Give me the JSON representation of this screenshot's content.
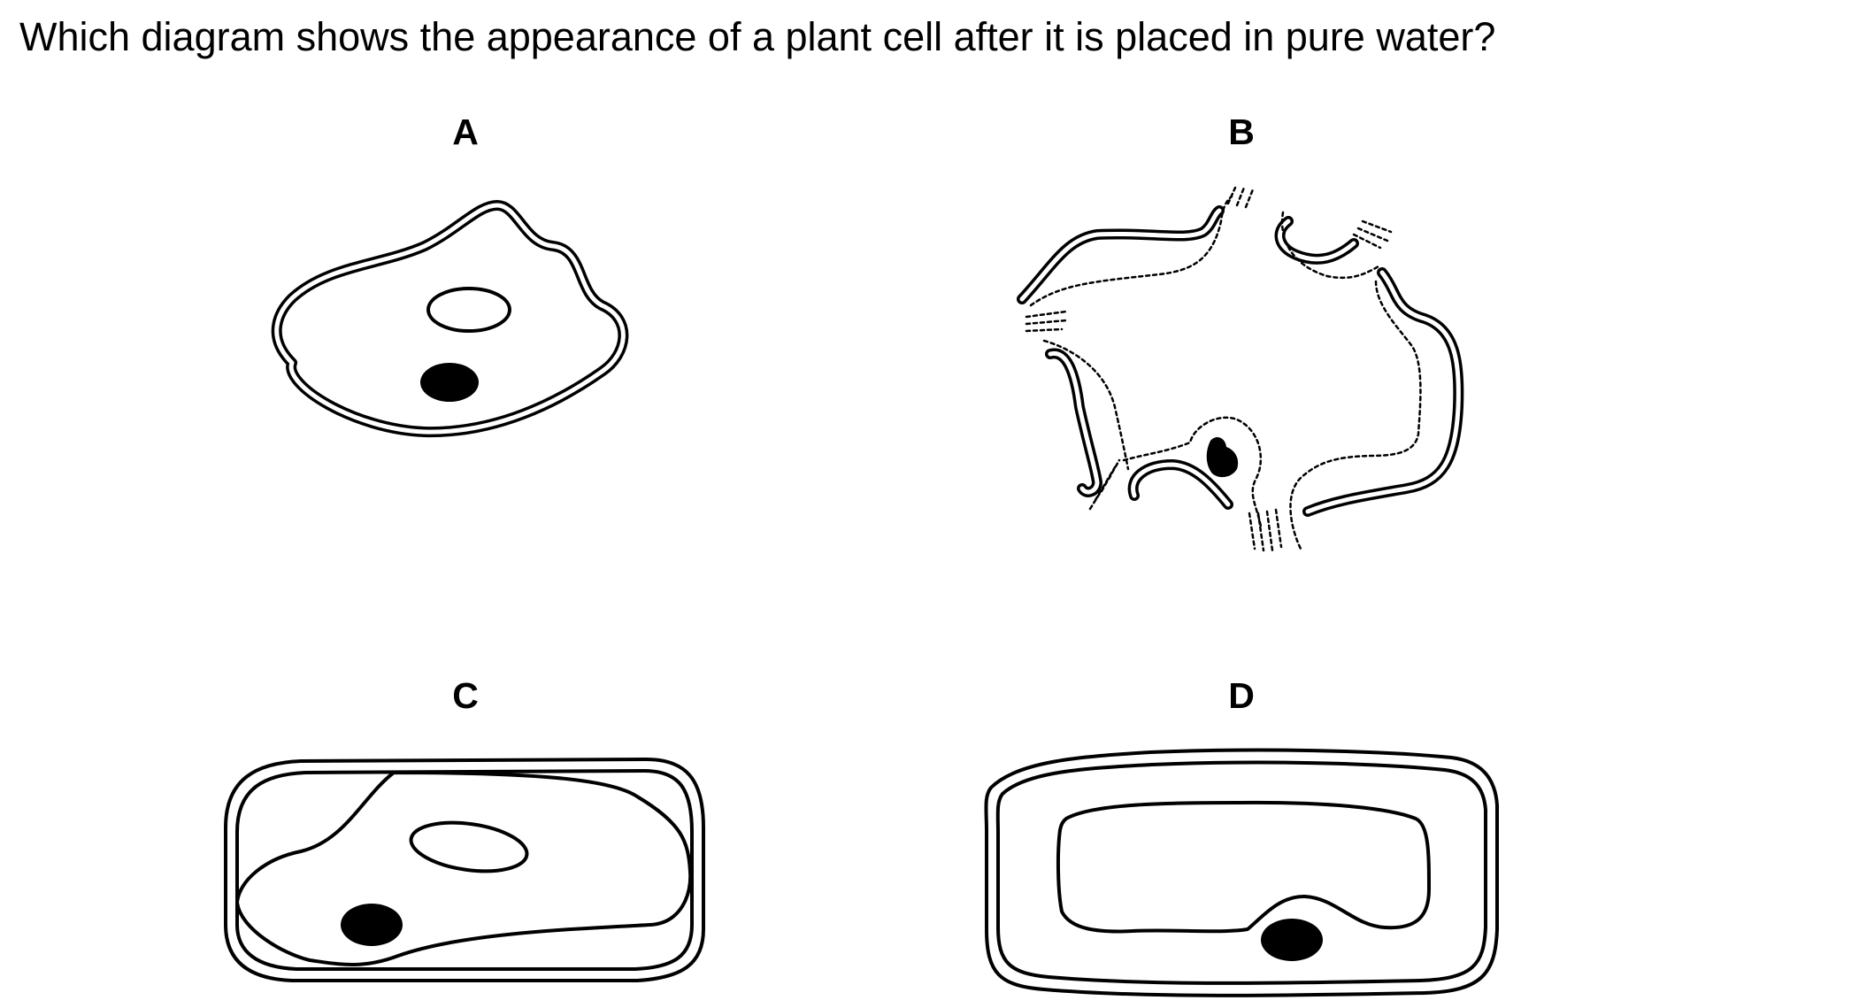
{
  "question": {
    "text": "Which diagram shows the appearance of a plant cell after it is placed in pure water?"
  },
  "options": [
    {
      "label": "A"
    },
    {
      "label": "B"
    },
    {
      "label": "C"
    },
    {
      "label": "D"
    }
  ],
  "colors": {
    "ink": "#000000",
    "background": "#ffffff"
  }
}
